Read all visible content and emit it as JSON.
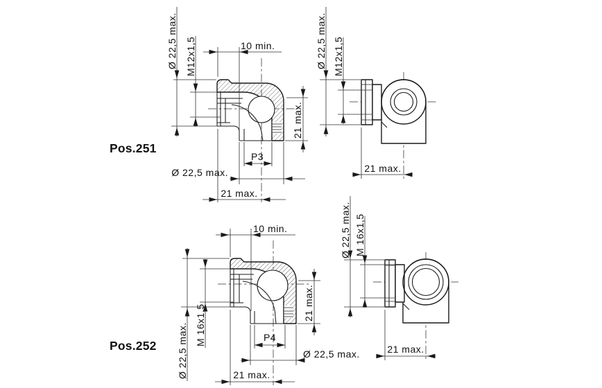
{
  "drawing": {
    "background": "#ffffff",
    "line_color": "#1a1a1a",
    "positions": [
      {
        "label": "Pos.251",
        "section": {
          "outer_dia": "Ø 22,5 max.",
          "thread": "M12x1,5",
          "min_depth": "10 min.",
          "height": "21 max.",
          "pilot_bore": "P3",
          "bottom_dia": "Ø 22,5 max.",
          "bottom_width": "21 max."
        },
        "side": {
          "outer_dia": "Ø 22,5 max.",
          "thread": "M12x1,5",
          "width": "21 max."
        }
      },
      {
        "label": "Pos.252",
        "section": {
          "outer_dia": "Ø 22,5 max.",
          "thread": "M 16x1,5",
          "min_depth": "10 min.",
          "height": "21 max.",
          "pilot_bore": "P4",
          "bottom_dia": "Ø 22,5 max.",
          "bottom_width": "21 max."
        },
        "side": {
          "outer_dia": "Ø 22,5 max.",
          "thread": "M 16x1,5",
          "width": "21 max."
        }
      }
    ]
  }
}
